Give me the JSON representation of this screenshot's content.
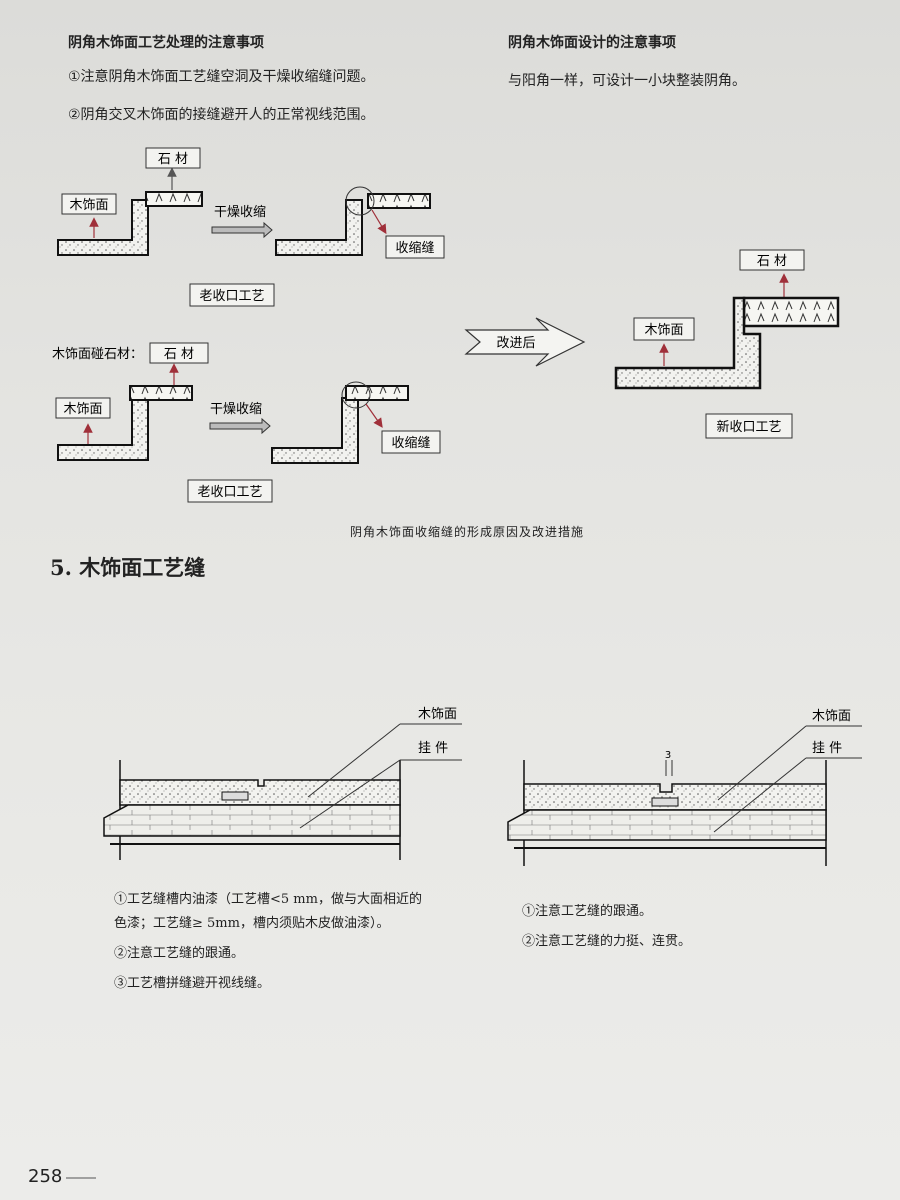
{
  "left_notes": {
    "title": "阴角木饰面工艺处理的注意事项",
    "items": [
      "①注意阴角木饰面工艺缝空洞及干燥收缩缝问题。",
      "②阴角交叉木饰面的接缝避开人的正常视线范围。"
    ]
  },
  "right_notes": {
    "title": "阴角木饰面设计的注意事项",
    "items": [
      "与阳角一样，可设计一小块整装阴角。"
    ]
  },
  "diagram1": {
    "stone_label": "石 材",
    "wood_label": "木饰面",
    "dry_label": "干燥收缩",
    "gap_label": "收缩缝",
    "caption": "老收口工艺"
  },
  "diagram2": {
    "prefix_label": "木饰面碰石材：",
    "stone_label": "石 材",
    "wood_label": "木饰面",
    "dry_label": "干燥收缩",
    "gap_label": "收缩缝",
    "caption": "老收口工艺"
  },
  "improve_label": "改进后",
  "diagram_new": {
    "stone_label": "石 材",
    "wood_label": "木饰面",
    "caption": "新收口工艺"
  },
  "figure_caption": "阴角木饰面收缩缝的形成原因及改进措施",
  "section5": {
    "heading": "5. 木饰面工艺缝",
    "left_fig": {
      "wood_label": "木饰面",
      "hanger_label": "挂 件"
    },
    "right_fig": {
      "wood_label": "木饰面",
      "hanger_label": "挂 件",
      "dim_label": "3"
    },
    "left_notes": [
      "①工艺缝槽内油漆（工艺槽<5 mm，做与大面相近的",
      "色漆；工艺缝≥ 5mm，槽内须贴木皮做油漆）。",
      "②注意工艺缝的跟通。",
      "③工艺槽拼缝避开视线缝。"
    ],
    "right_notes": [
      "①注意工艺缝的跟通。",
      "②注意工艺缝的力挺、连贯。"
    ]
  },
  "page_number": "258",
  "colors": {
    "label_arrow": "#a0303a",
    "ink": "#222222"
  }
}
